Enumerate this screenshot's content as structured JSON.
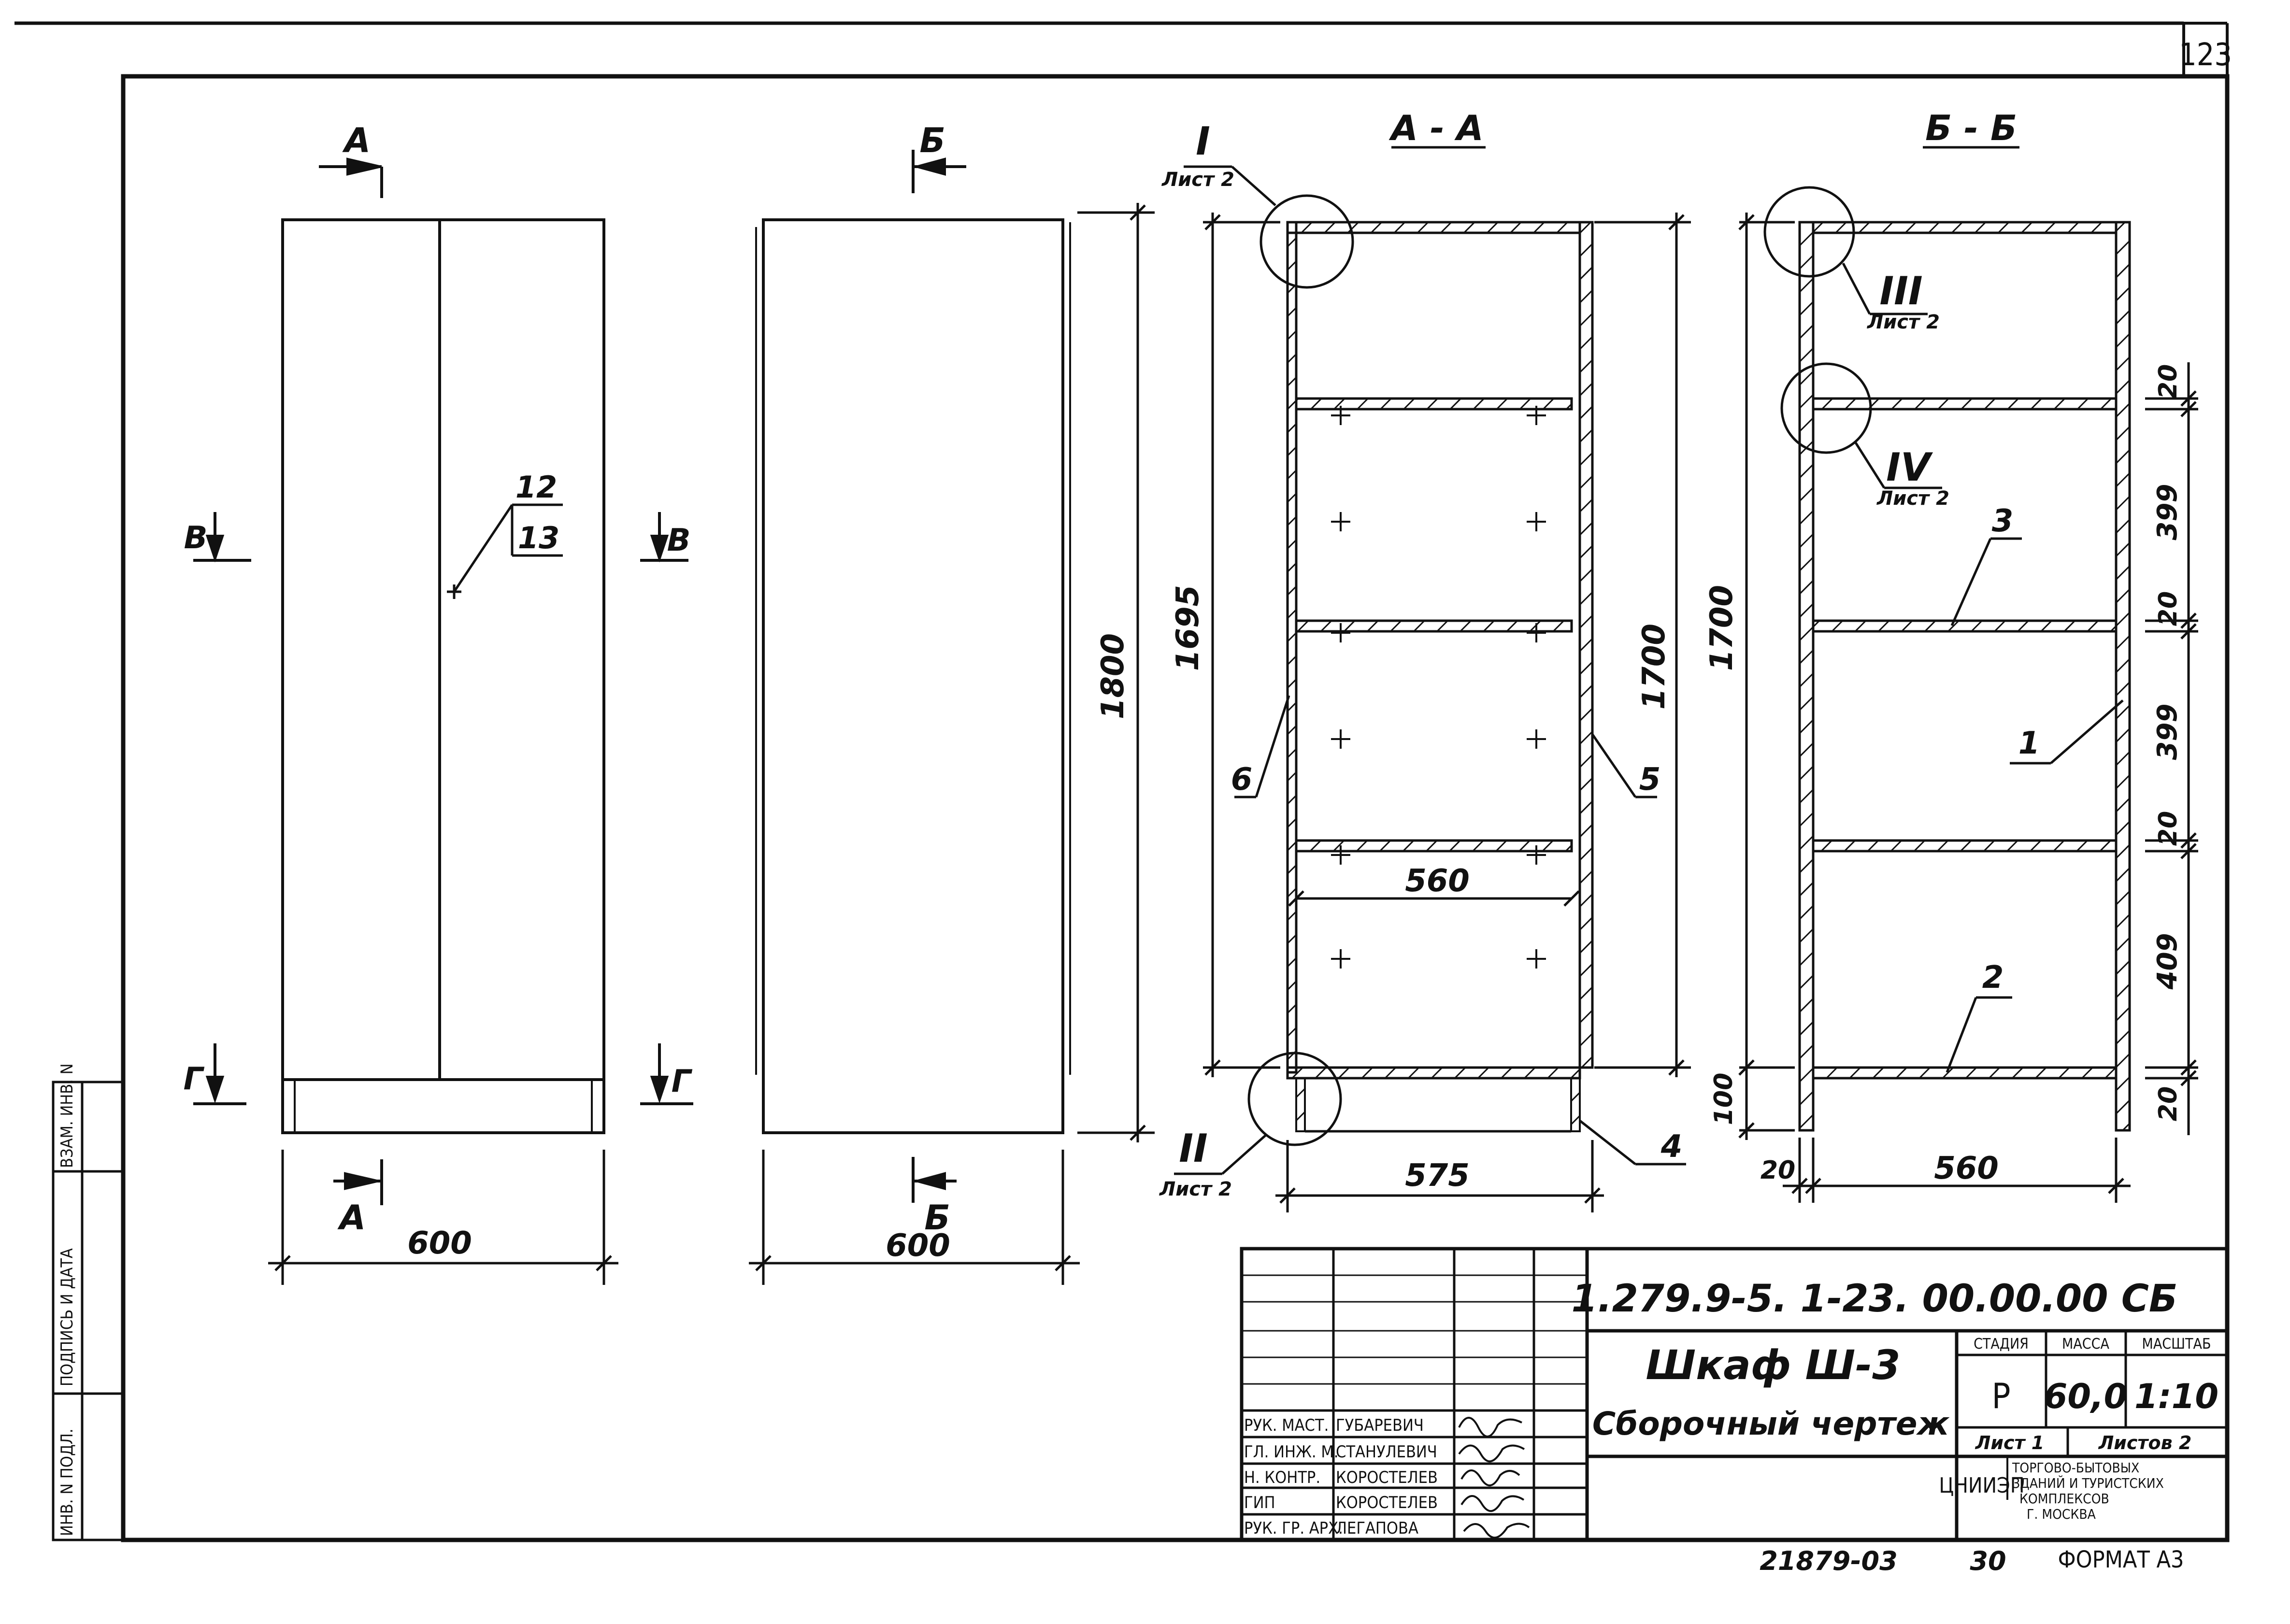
{
  "sheet_number": "123",
  "views": {
    "front": {
      "cut_a_top": "A",
      "cut_a_bottom": "A",
      "cut_v_left": "В",
      "cut_v_right": "В",
      "cut_g_left": "Г",
      "cut_g_right": "Г",
      "leader_top": "12",
      "leader_bottom": "13",
      "dim_width": "600"
    },
    "side": {
      "cut_b_top": "Б",
      "cut_b_bottom": "Б",
      "dim_height": "1800",
      "dim_width": "600"
    },
    "section_aa": {
      "title": "A - A",
      "callout_i": "I",
      "callout_i_sheet": "Лист 2",
      "callout_ii": "II",
      "callout_ii_sheet": "Лист 2",
      "dim_left": "1695",
      "dim_right": "1700",
      "dim_shelf": "560",
      "dim_bottom": "575",
      "pos_6": "6",
      "pos_5": "5",
      "pos_4": "4"
    },
    "section_bb": {
      "title": "Б - Б",
      "callout_iii": "III",
      "callout_iii_sheet": "Лист 2",
      "callout_iv": "IV",
      "callout_iv_sheet": "Лист 2",
      "dim_height": "1700",
      "dim_plinth": "100",
      "dim_side": "20",
      "dim_inner": "560",
      "dims_right": [
        "20",
        "399",
        "20",
        "399",
        "20",
        "409",
        "20"
      ],
      "pos_3": "3",
      "pos_1": "1",
      "pos_2": "2"
    }
  },
  "title_block": {
    "doc_code": "1.279.9-5. 1-23. 00.00.00 СБ",
    "name": "Шкаф Ш-3",
    "subtitle": "Сборочный чертеж",
    "stage_h": "СТАДИЯ",
    "mass_h": "МАССА",
    "scale_h": "МАСШТАБ",
    "stage": "Р",
    "mass": "60,0",
    "scale": "1:10",
    "sheet_label": "Лист 1",
    "sheets_label": "Листов 2",
    "org_logo": "ЦНИИЭП",
    "org_lines": [
      "ТОРГОВО-БЫТОВЫХ",
      "ЗДАНИЙ И ТУРИСТСКИХ",
      "КОМПЛЕКСОВ",
      "Г. МОСКВА"
    ],
    "people": [
      {
        "role": "РУК. МАСТ.",
        "name": "ГУБАРЕВИЧ"
      },
      {
        "role": "ГЛ. ИНЖ. М.",
        "name": "СТАНУЛЕВИЧ"
      },
      {
        "role": "Н. КОНТР.",
        "name": "КОРОСТЕЛЕВ"
      },
      {
        "role": "ГИП",
        "name": "КОРОСТЕЛЕВ"
      },
      {
        "role": "РУК. ГР. АРХ.",
        "name": "ЛЕГАПОВА"
      }
    ]
  },
  "left_margin": [
    "ИНВ. N ПОДЛ.",
    "ПОДПИСЬ И ДАТА",
    "ВЗАМ. ИНВ. N"
  ],
  "footer": {
    "archive": "21879-03",
    "page": "30",
    "format": "ФОРМАТ А3"
  }
}
